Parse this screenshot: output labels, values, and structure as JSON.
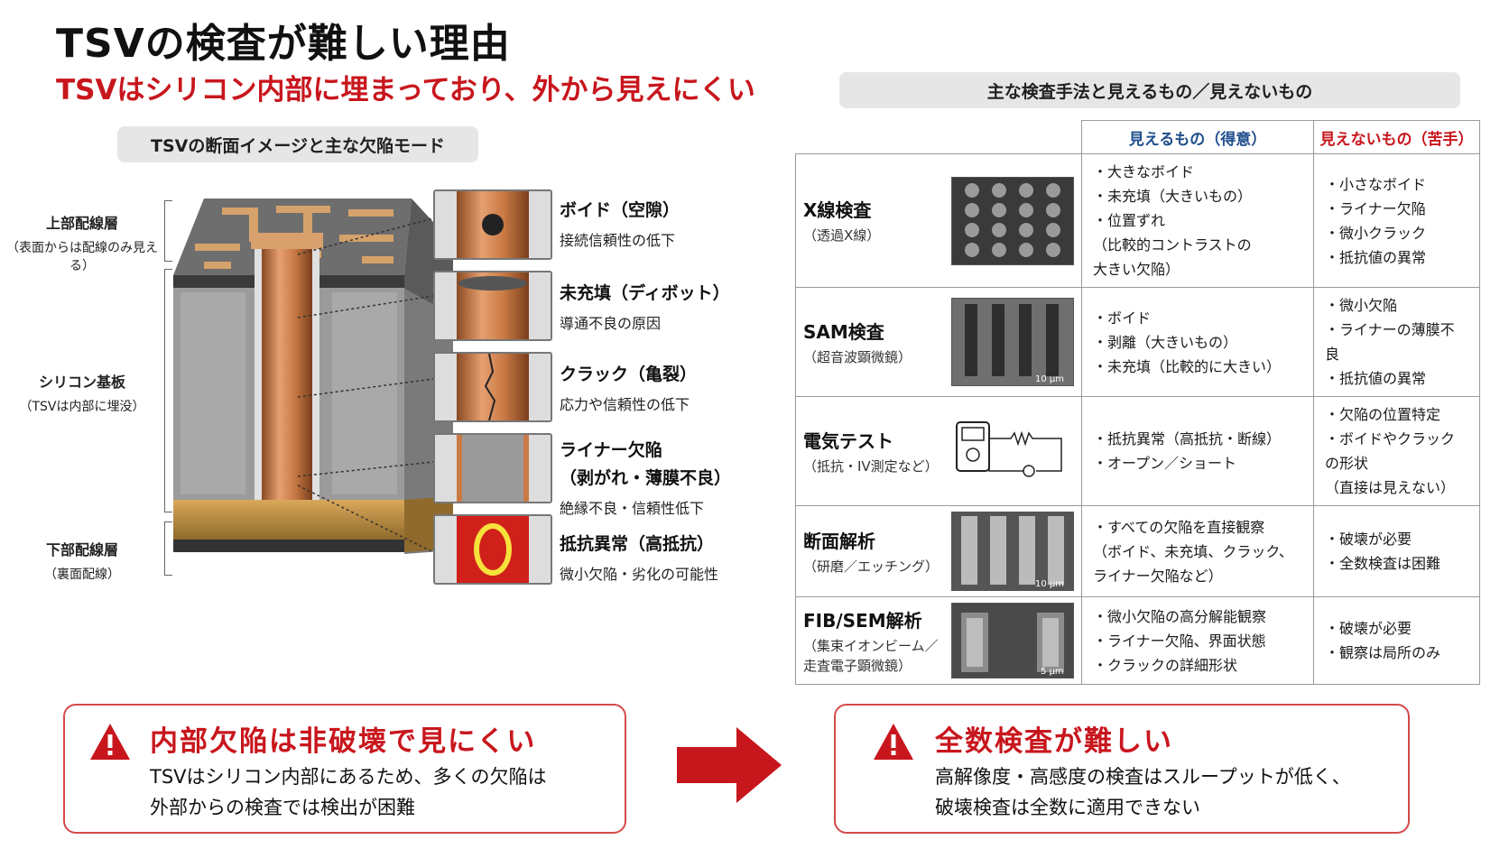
{
  "title": "TSVの検査が難しい理由",
  "subtitle": "TSVはシリコン内部に埋まっており、外から見えにくい",
  "left_header": "TSVの断面イメージと主な欠陥モード",
  "right_header": "主な検査手法と見えるもの／見えないもの",
  "layers": {
    "top": {
      "name": "上部配線層",
      "note": "（表面からは配線のみ見える）"
    },
    "middle": {
      "name": "シリコン基板",
      "note": "（TSVは内部に埋没）"
    },
    "bottom": {
      "name": "下部配線層",
      "note": "（裏面配線）"
    }
  },
  "defects": [
    {
      "title": "ボイド（空隙）",
      "desc": "接続信頼性の低下"
    },
    {
      "title": "未充填（ディボット）",
      "desc": "導通不良の原因"
    },
    {
      "title": "クラック（亀裂）",
      "desc": "応力や信頼性の低下"
    },
    {
      "title": "ライナー欠陥",
      "title2": "（剥がれ・薄膜不良）",
      "desc": "絶縁不良・信頼性低下"
    },
    {
      "title": "抵抗異常（高抵抗）",
      "desc": "微小欠陥・劣化の可能性"
    }
  ],
  "table": {
    "header_visible": "見えるもの（得意）",
    "header_invisible": "見えないもの（苦手）",
    "rows": [
      {
        "name": "X線検査",
        "sub": "（透過X線）",
        "visible": [
          "・大きなボイド",
          "・未充填（大きいもの）",
          "・位置ずれ",
          "（比較的コントラストの",
          "大きい欠陥）"
        ],
        "invisible": [
          "・小さなボイド",
          "・ライナー欠陥",
          "・微小クラック",
          "・抵抗値の異常"
        ]
      },
      {
        "name": "SAM検査",
        "sub": "（超音波顕微鏡）",
        "scale": "10 μm",
        "visible": [
          "・ボイド",
          "・剥離（大きいもの）",
          "・未充填（比較的に大きい）"
        ],
        "invisible": [
          "・微小欠陥",
          "・ライナーの薄膜不良",
          "・抵抗値の異常"
        ]
      },
      {
        "name": "電気テスト",
        "sub": "（抵抗・IV測定など）",
        "visible": [
          "・抵抗異常（高抵抗・断線）",
          "・オープン／ショート"
        ],
        "invisible": [
          "・欠陥の位置特定",
          "・ボイドやクラックの形状",
          "（直接は見えない）"
        ]
      },
      {
        "name": "断面解析",
        "sub": "（研磨／エッチング）",
        "scale": "10 μm",
        "visible": [
          "・すべての欠陥を直接観察",
          "（ボイド、未充填、クラック、",
          "ライナー欠陥など）"
        ],
        "invisible": [
          "・破壊が必要",
          "・全数検査は困難"
        ]
      },
      {
        "name": "FIB/SEM解析",
        "sub": "（集束イオンビーム／",
        "sub2": "走査電子顕微鏡）",
        "scale": "5 μm",
        "visible": [
          "・微小欠陥の高分解能観察",
          "・ライナー欠陥、界面状態",
          "・クラックの詳細形状"
        ],
        "invisible": [
          "・破壊が必要",
          "・観察は局所のみ"
        ]
      }
    ]
  },
  "alerts": [
    {
      "title": "内部欠陥は非破壊で見にくい",
      "lines": [
        "TSVはシリコン内部にあるため、多くの欠陥は",
        "外部からの検査では検出が困難"
      ]
    },
    {
      "title": "全数検査が難しい",
      "lines": [
        "高解像度・高感度の検査はスループットが低く、",
        "破壊検査は全数に適用できない"
      ]
    }
  ],
  "colors": {
    "accent_red": "#c8161d",
    "header_blue": "#1f4e8c",
    "copper": "#c77a45"
  }
}
